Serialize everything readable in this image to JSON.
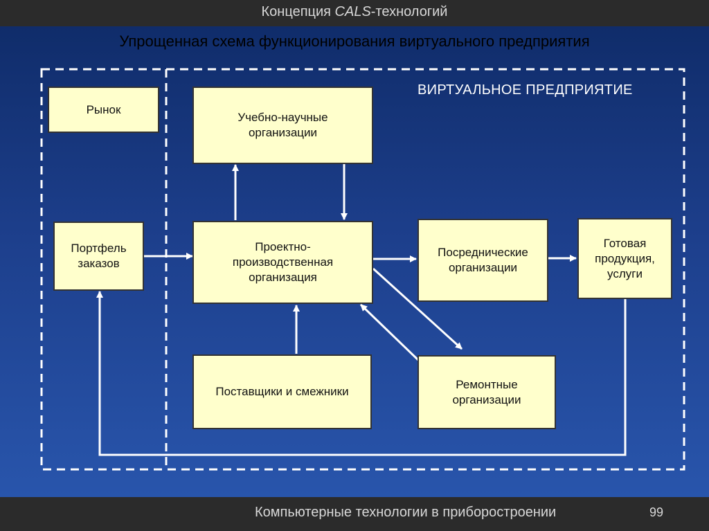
{
  "header": {
    "topic_prefix": "Концепция ",
    "topic_emph": "CALS",
    "topic_suffix": "-технологий",
    "title": "Упрощенная схема функционирования виртуального предприятия"
  },
  "diagram": {
    "region_label": "ВИРТУАЛЬНОЕ ПРЕДПРИЯТИЕ",
    "nodes": {
      "market": "Рынок",
      "portfolio": "Портфель\nзаказов",
      "research": "Учебно-научные\nорганизации",
      "production": "Проектно-\nпроизводственная\nорганизация",
      "intermediary": "Посреднические\nорганизации",
      "finished": "Готовая\nпродукция,\nуслуги",
      "suppliers": "Поставщики и смежники",
      "repair": "Ремонтные\nорганизации"
    },
    "colors": {
      "box_fill": "#ffffcc",
      "line": "#ffffff"
    }
  },
  "footer": {
    "text": "Компьютерные технологии в приборостроении",
    "page": "99"
  }
}
